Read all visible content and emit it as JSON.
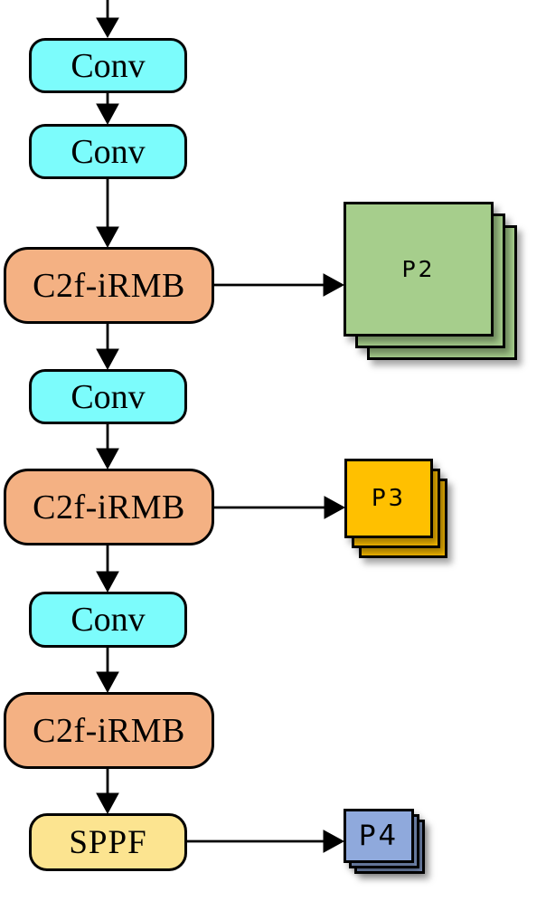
{
  "diagram": {
    "type": "model-architecture-flowchart",
    "background": "#FFFFFF",
    "flow": [
      {
        "id": "conv-1",
        "label": "Conv",
        "fill": "#7CFCFC"
      },
      {
        "id": "conv-2",
        "label": "Conv",
        "fill": "#7CFCFC"
      },
      {
        "id": "c2f-irmb-1",
        "label": "C2f-iRMB",
        "fill": "#F4B183"
      },
      {
        "id": "conv-3",
        "label": "Conv",
        "fill": "#7CFCFC"
      },
      {
        "id": "c2f-irmb-2",
        "label": "C2f-iRMB",
        "fill": "#F4B183"
      },
      {
        "id": "conv-4",
        "label": "Conv",
        "fill": "#7CFCFC"
      },
      {
        "id": "c2f-irmb-3",
        "label": "C2f-iRMB",
        "fill": "#F4B183"
      },
      {
        "id": "sppf",
        "label": "SPPF",
        "fill": "#FCE490"
      }
    ],
    "outputs": [
      {
        "id": "p2",
        "label": "P2",
        "fill": "#A6CE8C",
        "source": "c2f-irmb-1",
        "layers": 3
      },
      {
        "id": "p3",
        "label": "P3",
        "fill": "#FFC000",
        "source": "c2f-irmb-2",
        "layers": 3
      },
      {
        "id": "p4",
        "label": "P4",
        "fill": "#8FA9DC",
        "source": "sppf",
        "layers": 3
      }
    ],
    "edges": [
      {
        "from": "input",
        "to": "conv-1"
      },
      {
        "from": "conv-1",
        "to": "conv-2"
      },
      {
        "from": "conv-2",
        "to": "c2f-irmb-1"
      },
      {
        "from": "c2f-irmb-1",
        "to": "p2"
      },
      {
        "from": "c2f-irmb-1",
        "to": "conv-3"
      },
      {
        "from": "conv-3",
        "to": "c2f-irmb-2"
      },
      {
        "from": "c2f-irmb-2",
        "to": "p3"
      },
      {
        "from": "c2f-irmb-2",
        "to": "conv-4"
      },
      {
        "from": "conv-4",
        "to": "c2f-irmb-3"
      },
      {
        "from": "c2f-irmb-3",
        "to": "sppf"
      },
      {
        "from": "sppf",
        "to": "p4"
      }
    ],
    "line_color": "#000000"
  }
}
